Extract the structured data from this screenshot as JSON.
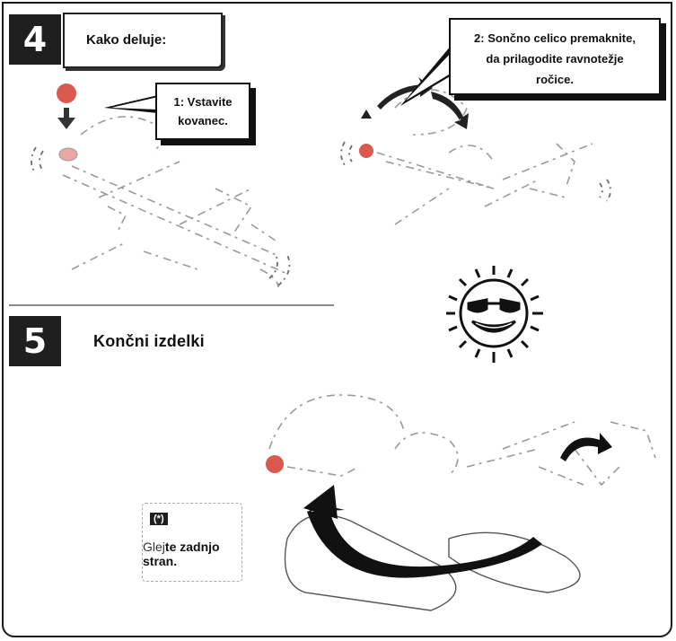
{
  "step4": {
    "number": "4",
    "title": "Kako deluje:",
    "bubble1": {
      "line1": "1: Vstavite",
      "line2": "kovanec."
    },
    "bubble2": {
      "line1": "2: Sončno celico premaknite,",
      "line2": "da prilagodite ravnotežje",
      "line3": "ročice."
    }
  },
  "step5": {
    "number": "5",
    "title": "Končni izdelki",
    "note": {
      "mark": "(*)",
      "text_light": "Glej",
      "text_bold": "te zadnjo stran."
    }
  },
  "colors": {
    "coin": "#d9594f",
    "dark": "#1f1f1f",
    "sun_stroke": "#111111"
  }
}
